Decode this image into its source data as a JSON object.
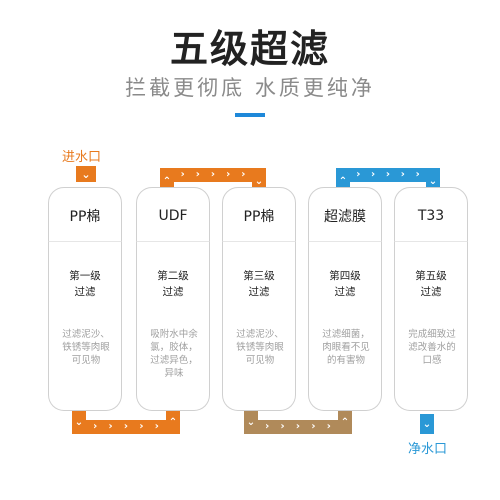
{
  "header": {
    "title": "五级超滤",
    "subtitle": "拦截更彻底 水质更纯净"
  },
  "flow": {
    "inlet_label": "进水口",
    "outlet_label": "净水口",
    "colors": {
      "orange": "#e87a1e",
      "brown": "#b08a5a",
      "teal": "#2a98d6"
    }
  },
  "stages": [
    {
      "name": "PP棉",
      "stage": "第一级\n过滤",
      "description": "过滤泥沙、\n铁锈等肉眼\n可见物"
    },
    {
      "name": "UDF",
      "stage": "第二级\n过滤",
      "description": "吸附水中余\n氯，胶体，\n过滤异色，\n异味"
    },
    {
      "name": "PP棉",
      "stage": "第三级\n过滤",
      "description": "过滤泥沙、\n铁锈等肉眼\n可见物"
    },
    {
      "name": "超滤膜",
      "stage": "第四级\n过滤",
      "description": "过滤细菌，\n肉眼看不见\n的有害物"
    },
    {
      "name": "T33",
      "stage": "第五级\n过滤",
      "description": "完成细致过\n滤改善水的\n口感"
    }
  ]
}
